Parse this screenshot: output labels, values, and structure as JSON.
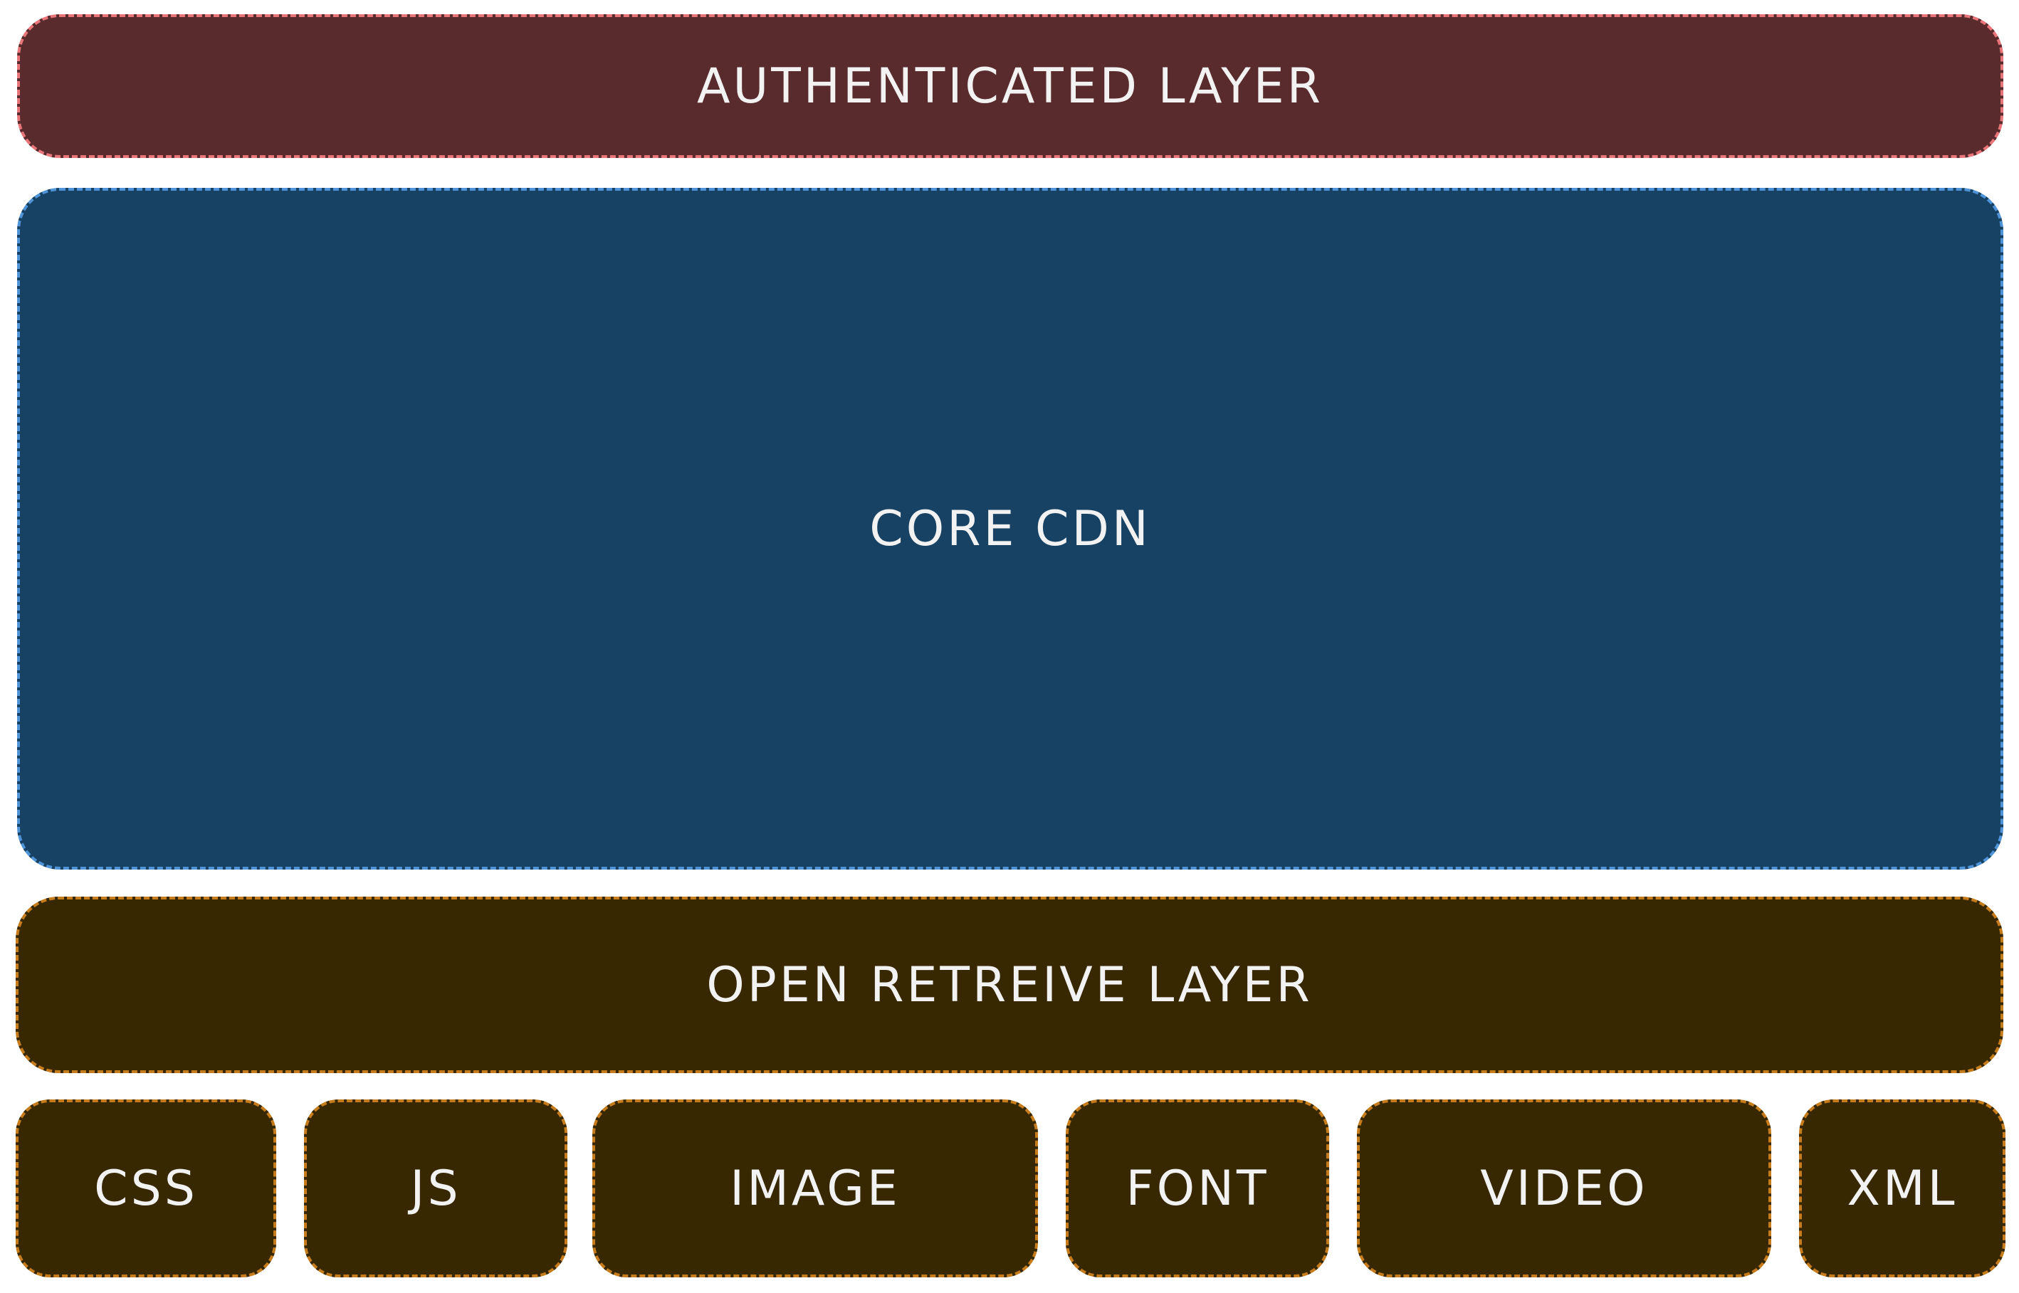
{
  "diagram": {
    "authenticated_layer": {
      "label": "AUTHENTICATED LAYER",
      "color": "#5a2b2d",
      "border": "#e8757a"
    },
    "core_cdn": {
      "label": "CORE CDN",
      "color": "#174263",
      "border": "#4f93d8"
    },
    "open_retreive_layer": {
      "label": "OPEN RETREIVE LAYER",
      "color": "#372802",
      "border": "#c77c1c"
    },
    "asset_types": [
      {
        "label": "CSS"
      },
      {
        "label": "JS"
      },
      {
        "label": "IMAGE"
      },
      {
        "label": "FONT"
      },
      {
        "label": "VIDEO"
      },
      {
        "label": "XML"
      }
    ]
  }
}
